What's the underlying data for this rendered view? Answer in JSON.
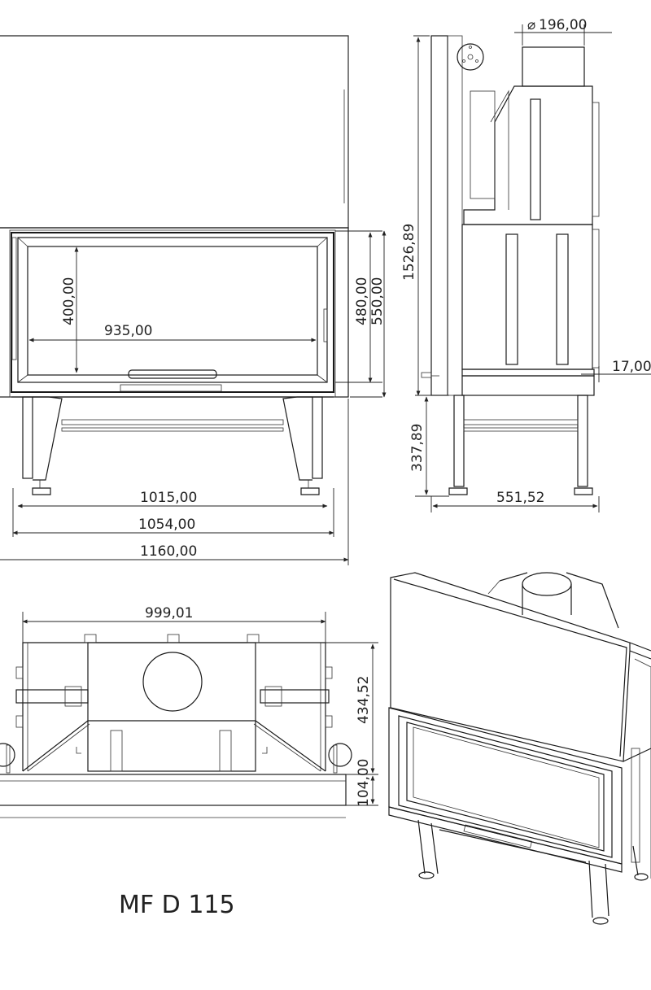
{
  "model_label": "MF D 115",
  "dimensions": {
    "flue_diameter": "196,00",
    "total_height": "1526,89",
    "glass_height": "400,00",
    "glass_width": "935,00",
    "door_height": "480,00",
    "opening_height": "550,00",
    "frame_offset": "17,00",
    "leg_height": "337,89",
    "depth": "551,52",
    "width_inner": "1015,00",
    "width_mid": "1054,00",
    "width_total": "1160,00",
    "top_width": "999,01",
    "top_depth": "434,52",
    "top_frame": "104,00"
  }
}
